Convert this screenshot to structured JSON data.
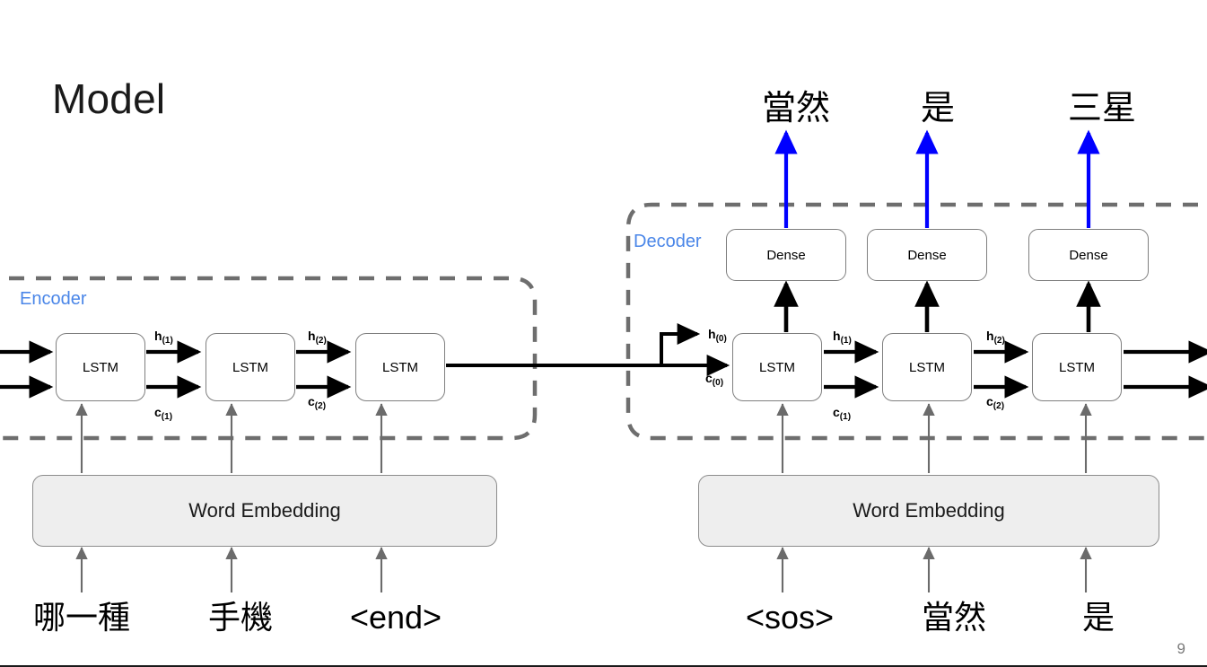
{
  "slide": {
    "title": "Model",
    "page_number": "9",
    "accent_color": "#4a86e8",
    "arrow_highlight_color": "#0000ff",
    "embedding_fill": "#eeeeee",
    "box_border_color": "#7f7f7f"
  },
  "encoder": {
    "label": "Encoder",
    "embedding_label": "Word Embedding",
    "cells": [
      {
        "label": "LSTM"
      },
      {
        "label": "LSTM"
      },
      {
        "label": "LSTM"
      }
    ],
    "state_labels": [
      {
        "name": "h-1",
        "base": "h",
        "sub": "(1)"
      },
      {
        "name": "h-2",
        "base": "h",
        "sub": "(2)"
      },
      {
        "name": "c-1",
        "base": "c",
        "sub": "(1)"
      },
      {
        "name": "c-2",
        "base": "c",
        "sub": "(2)"
      }
    ],
    "input_tokens": [
      "哪一種",
      "手機",
      "<end>"
    ]
  },
  "decoder": {
    "label": "Decoder",
    "embedding_label": "Word Embedding",
    "cells": [
      {
        "label": "LSTM"
      },
      {
        "label": "LSTM"
      },
      {
        "label": "LSTM"
      }
    ],
    "dense_layers": [
      {
        "label": "Dense"
      },
      {
        "label": "Dense"
      },
      {
        "label": "Dense"
      }
    ],
    "state_labels": [
      {
        "name": "h-0",
        "base": "h",
        "sub": "(0)"
      },
      {
        "name": "c-0",
        "base": "c",
        "sub": "(0)"
      },
      {
        "name": "h-1",
        "base": "h",
        "sub": "(1)"
      },
      {
        "name": "h-2",
        "base": "h",
        "sub": "(2)"
      },
      {
        "name": "c-1",
        "base": "c",
        "sub": "(1)"
      },
      {
        "name": "c-2",
        "base": "c",
        "sub": "(2)"
      }
    ],
    "input_tokens": [
      "<sos>",
      "當然",
      "是"
    ],
    "output_tokens": [
      "當然",
      "是",
      "三星"
    ]
  }
}
